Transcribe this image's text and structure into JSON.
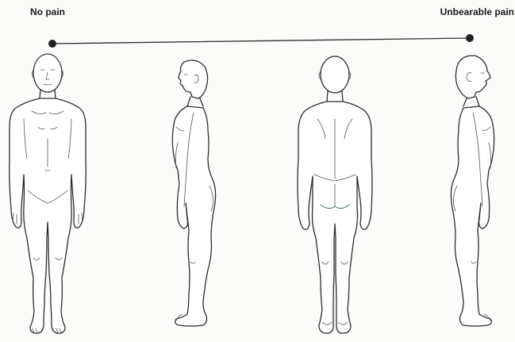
{
  "scale": {
    "left_label": "No pain",
    "right_label": "Unbearable pain"
  },
  "figures": [
    {
      "view": "front"
    },
    {
      "view": "left-side"
    },
    {
      "view": "back"
    },
    {
      "view": "right-side"
    }
  ]
}
